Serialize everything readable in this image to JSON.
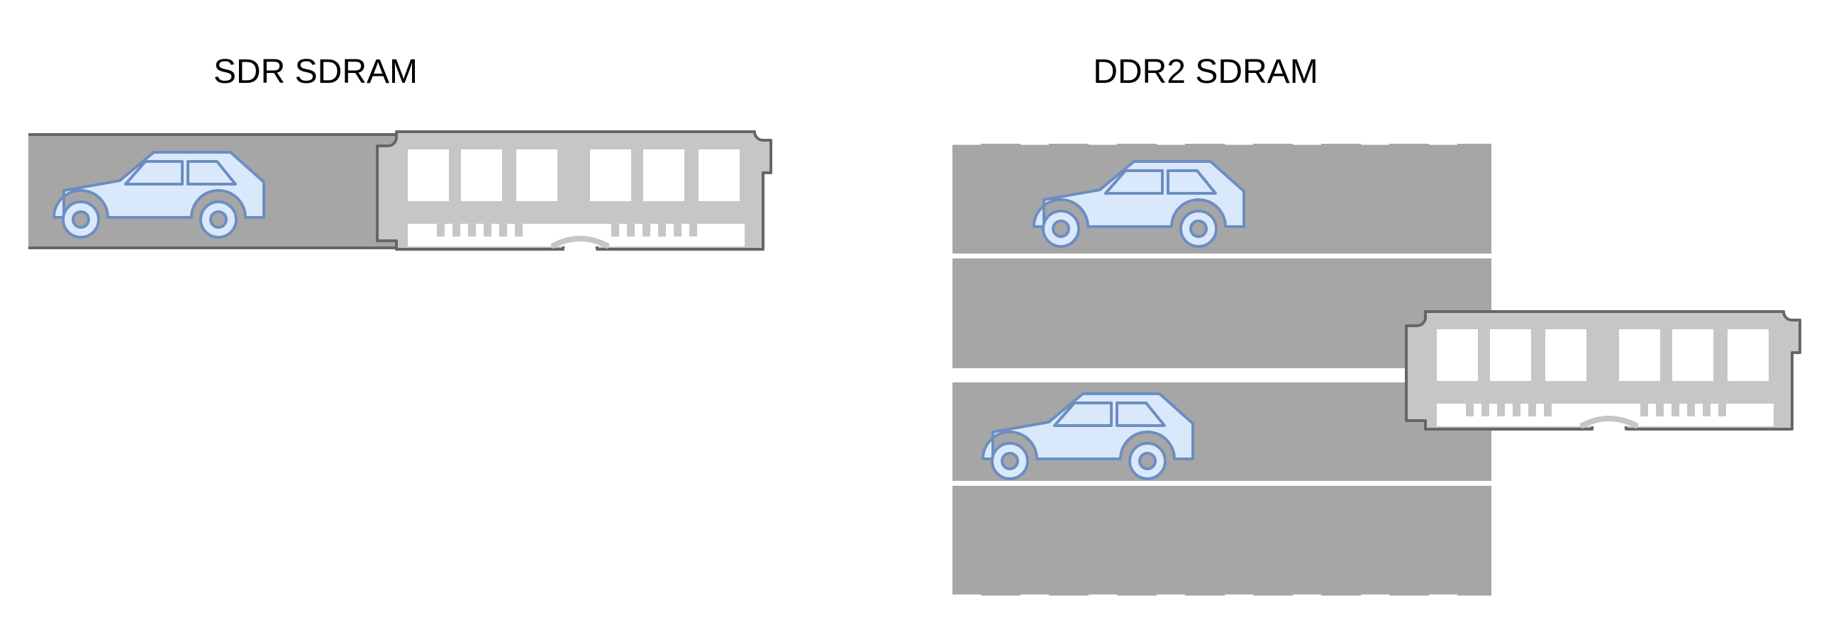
{
  "panels": [
    {
      "id": "sdr",
      "title": "SDR SDRAM",
      "lanes": 1,
      "cars": 1
    },
    {
      "id": "ddr2",
      "title": "DDR2 SDRAM",
      "lanes": 4,
      "cars": 2
    }
  ],
  "colors": {
    "road": "#a6a6a6",
    "road_edge": "#666666",
    "lane_divider": "#ffffff",
    "car_fill": "#dae8fc",
    "car_stroke": "#6c8ebf",
    "module_fill": "#c6c6c6",
    "module_stroke": "#666666",
    "module_chip": "#ffffff"
  },
  "icons": [
    "car-icon",
    "memory-module-icon"
  ]
}
